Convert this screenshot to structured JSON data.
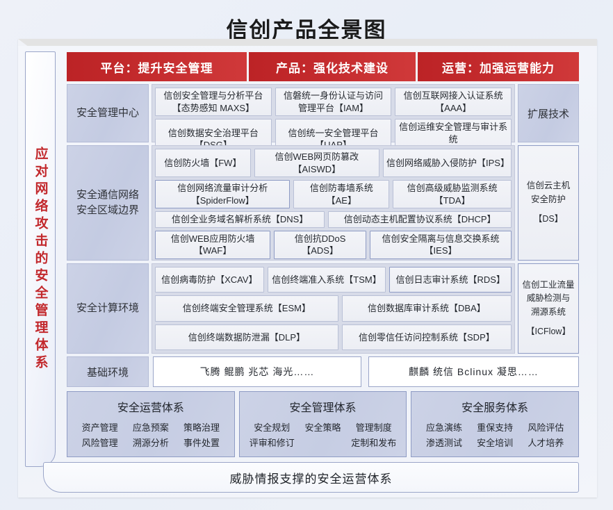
{
  "title": "信创产品全景图",
  "left_rail": {
    "text": "应对网络攻击的安全管理体系"
  },
  "header": {
    "segments": [
      {
        "label": "平台：提升安全管理"
      },
      {
        "label": "产品：强化技术建设"
      },
      {
        "label": "运营：加强运营能力"
      }
    ],
    "accent_color": "#c32a2c"
  },
  "sections": [
    {
      "label": "安全管理中心",
      "rows": [
        [
          {
            "text": "信创安全管理与分析平台\n【态势感知 MAXS】",
            "flex": 1
          },
          {
            "text": "信磐统一身份认证与访问\n管理平台【IAM】",
            "flex": 1
          },
          {
            "text": "信创互联网接入认证系统\n【AAA】",
            "flex": 1
          }
        ],
        [
          {
            "text": "信创数据安全治理平台\n【DSG】",
            "flex": 1
          },
          {
            "text": "信创统一安全管理平台\n【UAP】",
            "flex": 1
          },
          {
            "text": "信创运维安全管理与审计系统\n【堡垒机iFORT】",
            "flex": 1
          }
        ]
      ]
    },
    {
      "label": "安全通信网络\n安全区域边界",
      "rows": [
        [
          {
            "text": "信创防火墙【FW】",
            "flex": 27
          },
          {
            "text": "信创WEB网页防篡改【AISWD】",
            "flex": 36
          },
          {
            "text": "信创网络威胁入侵防护【IPS】",
            "flex": 37
          }
        ],
        [
          {
            "text": "信创网络流量审计分析\n【SpiderFlow】",
            "flex": 39,
            "border": "b2"
          },
          {
            "text": "信创防毒墙系统\n【AE】",
            "flex": 27
          },
          {
            "text": "信创高级威胁监测系统\n【TDA】",
            "flex": 34
          }
        ],
        [
          {
            "text": "信创全业务域名解析系统【DNS】",
            "flex": 48
          },
          {
            "text": "信创动态主机配置协议系统【DHCP】",
            "flex": 52
          }
        ],
        [
          {
            "text": "信创WEB应用防火墙\n【WAF】",
            "flex": 33,
            "border": "b2"
          },
          {
            "text": "信创抗DDoS\n【ADS】",
            "flex": 26,
            "border": "b2"
          },
          {
            "text": "信创安全隔离与信息交换系统\n【IES】",
            "flex": 41,
            "border": "b2"
          }
        ]
      ]
    },
    {
      "label": "安全计算环境",
      "rows": [
        [
          {
            "text": "信创病毒防护【XCAV】",
            "flex": 31
          },
          {
            "text": "信创终端准入系统【TSM】",
            "flex": 34
          },
          {
            "text": "信创日志审计系统【RDS】",
            "flex": 35,
            "border": "b2"
          }
        ],
        [
          {
            "text": "信创终端安全管理系统【ESM】",
            "flex": 52
          },
          {
            "text": "信创数据库审计系统【DBA】",
            "flex": 48
          }
        ],
        [
          {
            "text": "信创终端数据防泄漏【DLP】",
            "flex": 52
          },
          {
            "text": "信创零信任访问控制系统【SDP】",
            "flex": 48
          }
        ]
      ]
    }
  ],
  "extension": {
    "head_label": "扩展技术",
    "boxes": [
      {
        "name": "信创云主机\n安全防护",
        "code": "【DS】"
      },
      {
        "name": "信创工业流量\n威胁检测与\n溯源系统",
        "code": "【ICFlow】"
      }
    ]
  },
  "base_environment": {
    "label": "基础环境",
    "boxes": [
      {
        "text": "飞腾  鲲鹏  兆芯  海光……"
      },
      {
        "text": "麒麟  统信  Bclinux  凝思……"
      }
    ]
  },
  "systems": [
    {
      "title": "安全运营体系",
      "lines": [
        [
          "资产管理",
          "应急预案",
          "策略治理"
        ],
        [
          "风险管理",
          "溯源分析",
          "事件处置"
        ]
      ]
    },
    {
      "title": "安全管理体系",
      "lines": [
        [
          "安全规划",
          "安全策略",
          "管理制度"
        ],
        [
          "评审和修订",
          "",
          "定制和发布"
        ]
      ]
    },
    {
      "title": "安全服务体系",
      "lines": [
        [
          "应急演练",
          "重保支持",
          "风险评估"
        ],
        [
          "渗透测试",
          "安全培训",
          "人才培养"
        ]
      ]
    }
  ],
  "bottom_banner": {
    "text": "威胁情报支撑的安全运营体系"
  }
}
